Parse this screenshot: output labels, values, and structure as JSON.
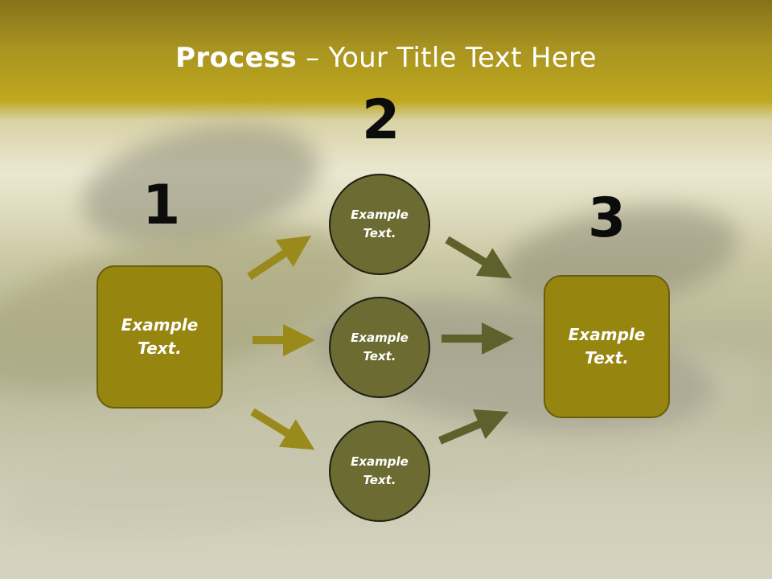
{
  "slide": {
    "title_bold": "Process",
    "title_rest": " – Your Title Text Here"
  },
  "steps": [
    {
      "number": "1",
      "box_line1": "Example",
      "box_line2": "Text."
    },
    {
      "number": "2"
    },
    {
      "number": "3",
      "box_line1": "Example",
      "box_line2": "Text."
    }
  ],
  "circles": [
    {
      "line1": "Example",
      "line2": "Text."
    },
    {
      "line1": "Example",
      "line2": "Text."
    },
    {
      "line1": "Example",
      "line2": "Text."
    }
  ],
  "colors": {
    "header": "#b09c1c",
    "box_fill": "#96850f",
    "circle_fill": "#6b6b32",
    "arrow_gold": "#9a8a1c",
    "arrow_olive": "#5f602c"
  },
  "icons": [
    "arrow-right-icon"
  ]
}
